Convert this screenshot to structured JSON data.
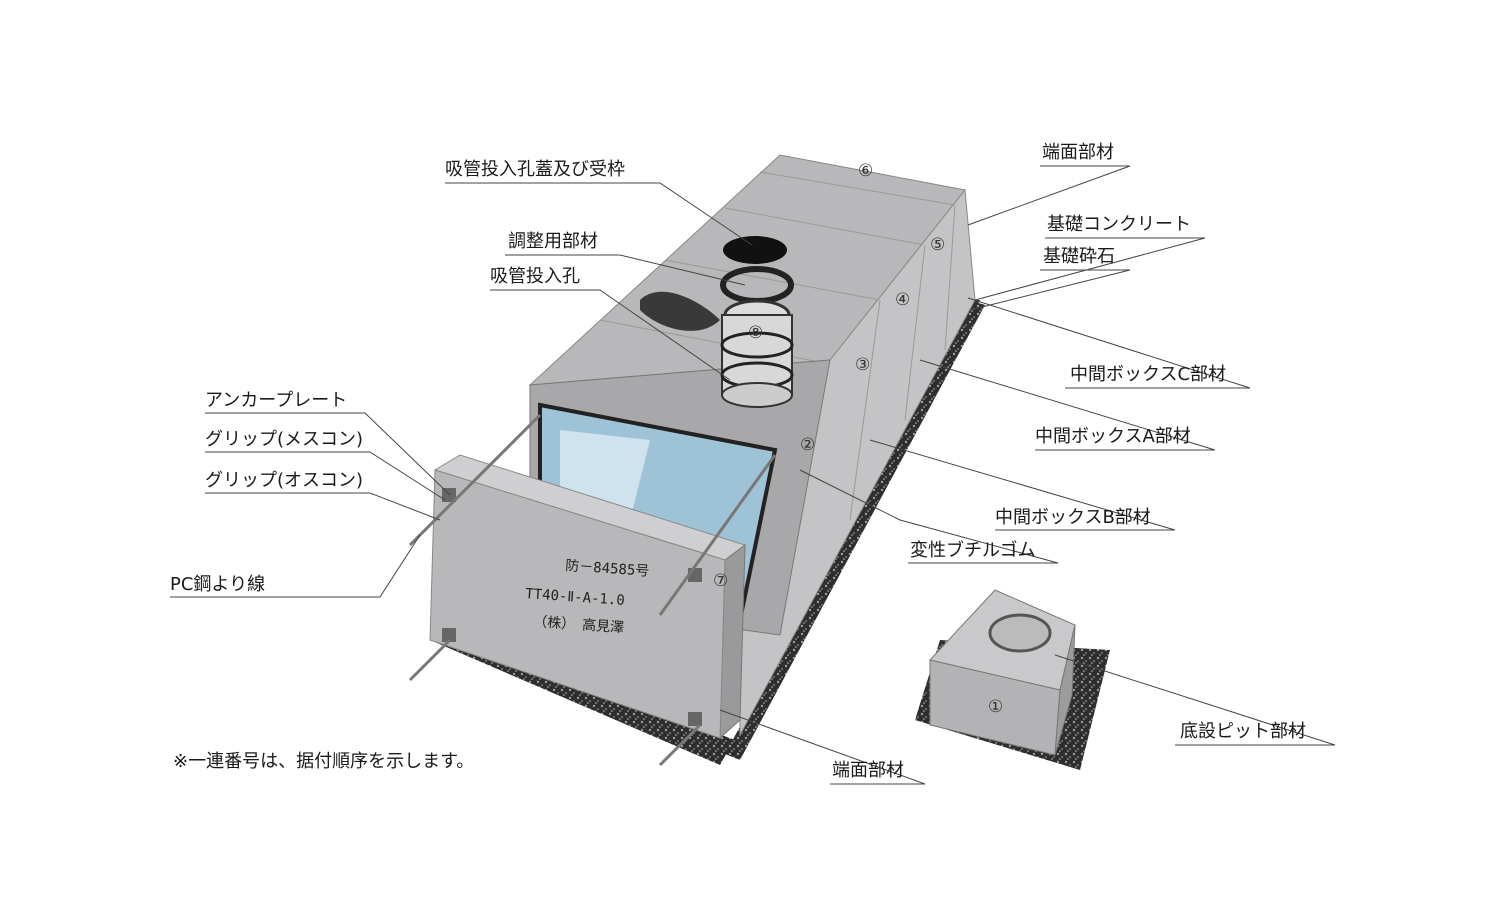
{
  "labels": {
    "suction_cover": "吸管投入孔蓋及び受枠",
    "adjust": "調整用部材",
    "suction_hole": "吸管投入孔",
    "end_top": "端面部材",
    "base_concrete": "基礎コンクリート",
    "base_gravel": "基礎砕石",
    "mid_c": "中間ボックスC部材",
    "mid_a": "中間ボックスA部材",
    "mid_b": "中間ボックスB部材",
    "butyl": "変性ブチルゴム",
    "anchor": "アンカープレート",
    "grip_f": "グリップ(メスコン)",
    "grip_m": "グリップ(オスコン)",
    "pc_strand": "PC鋼より線",
    "pit": "底設ピット部材",
    "end_bottom": "端面部材"
  },
  "numbers": {
    "n1": "①",
    "n2": "②",
    "n3": "③",
    "n4": "④",
    "n5": "⑤",
    "n6": "⑥",
    "n7": "⑦",
    "n8": "⑧"
  },
  "plate": {
    "line1": "防－84585号",
    "line2": "TT40-Ⅱ-A-1.0",
    "line3": "（株）　高見澤"
  },
  "note": "※一連番号は、据付順序を示します。",
  "colors": {
    "concrete": "#b9b9bb",
    "concrete_dark": "#8e8e90",
    "concrete_light": "#d2d2d4",
    "gravel": "#3a3a3a",
    "leader": "#444444",
    "glass": "#a9c8d8"
  }
}
